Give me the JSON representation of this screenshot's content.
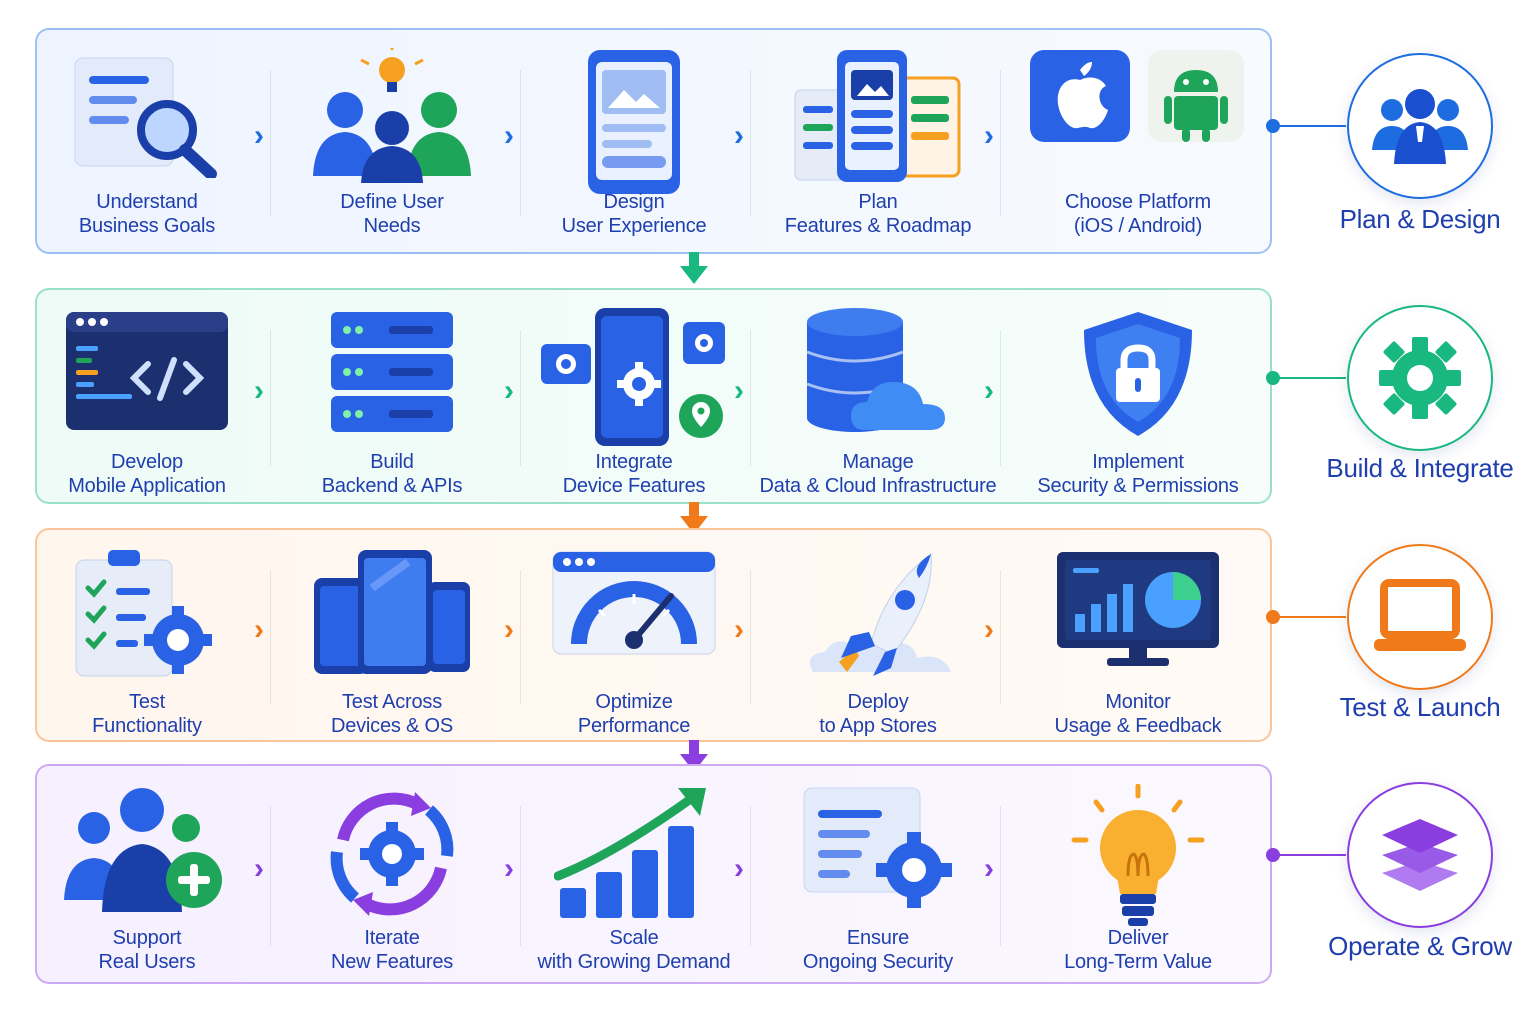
{
  "phases": [
    {
      "name": "Plan & Design",
      "color": "#1e6de0",
      "steps": [
        {
          "line1": "Understand",
          "line2": "Business Goals",
          "icon": "document-search-icon"
        },
        {
          "line1": "Define User",
          "line2": "Needs",
          "icon": "users-lightbulb-icon"
        },
        {
          "line1": "Design",
          "line2": "User Experience",
          "icon": "phone-wireframe-icon"
        },
        {
          "line1": "Plan",
          "line2": "Features & Roadmap",
          "icon": "roadmap-screens-icon"
        },
        {
          "line1": "Choose Platform",
          "line2": "(iOS / Android)",
          "icon": "apple-android-icon"
        }
      ]
    },
    {
      "name": "Build & Integrate",
      "color": "#18b880",
      "steps": [
        {
          "line1": "Develop",
          "line2": "Mobile Application",
          "icon": "code-window-icon"
        },
        {
          "line1": "Build",
          "line2": "Backend & APIs",
          "icon": "server-stack-icon"
        },
        {
          "line1": "Integrate",
          "line2": "Device Features",
          "icon": "phone-features-icon"
        },
        {
          "line1": "Manage",
          "line2": "Data & Cloud Infrastructure",
          "icon": "database-cloud-icon"
        },
        {
          "line1": "Implement",
          "line2": "Security & Permissions",
          "icon": "shield-lock-icon"
        }
      ]
    },
    {
      "name": "Test & Launch",
      "color": "#f07a1a",
      "steps": [
        {
          "line1": "Test",
          "line2": "Functionality",
          "icon": "checklist-gear-icon"
        },
        {
          "line1": "Test Across",
          "line2": "Devices & OS",
          "icon": "devices-icon"
        },
        {
          "line1": "Optimize",
          "line2": "Performance",
          "icon": "speed-gauge-icon"
        },
        {
          "line1": "Deploy",
          "line2": "to App Stores",
          "icon": "rocket-icon"
        },
        {
          "line1": "Monitor",
          "line2": "Usage & Feedback",
          "icon": "monitor-analytics-icon"
        }
      ]
    },
    {
      "name": "Operate & Grow",
      "color": "#8a3ee0",
      "steps": [
        {
          "line1": "Support",
          "line2": "Real Users",
          "icon": "users-add-icon"
        },
        {
          "line1": "Iterate",
          "line2": "New Features",
          "icon": "gear-cycle-icon"
        },
        {
          "line1": "Scale",
          "line2": "with Growing Demand",
          "icon": "growth-chart-icon"
        },
        {
          "line1": "Ensure",
          "line2": "Ongoing Security",
          "icon": "document-gear-icon"
        },
        {
          "line1": "Deliver",
          "line2": "Long-Term Value",
          "icon": "lightbulb-icon"
        }
      ]
    }
  ],
  "phase_icons": [
    "team-icon",
    "gear-icon",
    "laptop-icon",
    "layers-icon"
  ],
  "colors": {
    "label_blue": "#1f3fae",
    "icon_blue": "#2a62e6",
    "icon_dark": "#1a3fa8",
    "green": "#1fa55a",
    "orange": "#f5a020"
  }
}
